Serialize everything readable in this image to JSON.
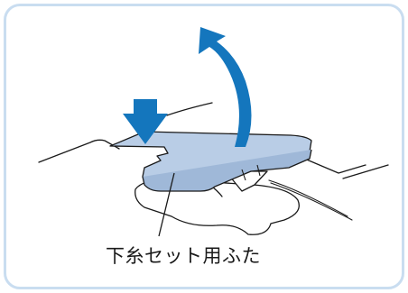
{
  "callout": {
    "label": "下糸セット用ふた"
  },
  "icons": {
    "lift_arrow": "curved-up-arrow",
    "press_arrow": "down-arrow"
  },
  "colors": {
    "frame_border": "#c9ddf0",
    "cover_fill": "#b9cde6",
    "arrow_blue": "#1476bd",
    "line": "#1a1a1a"
  }
}
